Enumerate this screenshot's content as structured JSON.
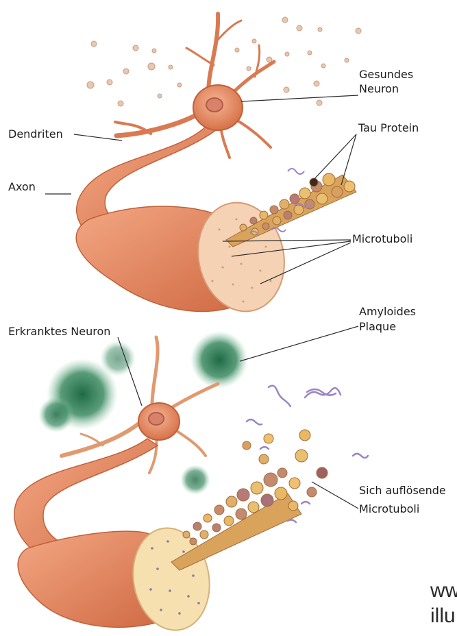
{
  "labels": {
    "gesundes_neuron_1": "Gesundes",
    "gesundes_neuron_2": "Neuron",
    "tau_protein": "Tau Protein",
    "dendriten": "Dendriten",
    "axon": "Axon",
    "microtuboli": "Microtuboli",
    "amyloides_1": "Amyloides",
    "amyloides_2": "Plaque",
    "erkranktes_neuron": "Erkranktes Neuron",
    "sich_aufloesende_1": "Sich auflösende",
    "sich_aufloesende_2": "Microtuboli"
  },
  "watermark": {
    "line1": "ww",
    "line2": "illu"
  },
  "colors": {
    "neuron_fill": "#e9906c",
    "neuron_dark": "#c8623d",
    "section_fill": "#f6d4b6",
    "plaque": "#2f7a52",
    "tau_purple": "#9c84c4"
  }
}
